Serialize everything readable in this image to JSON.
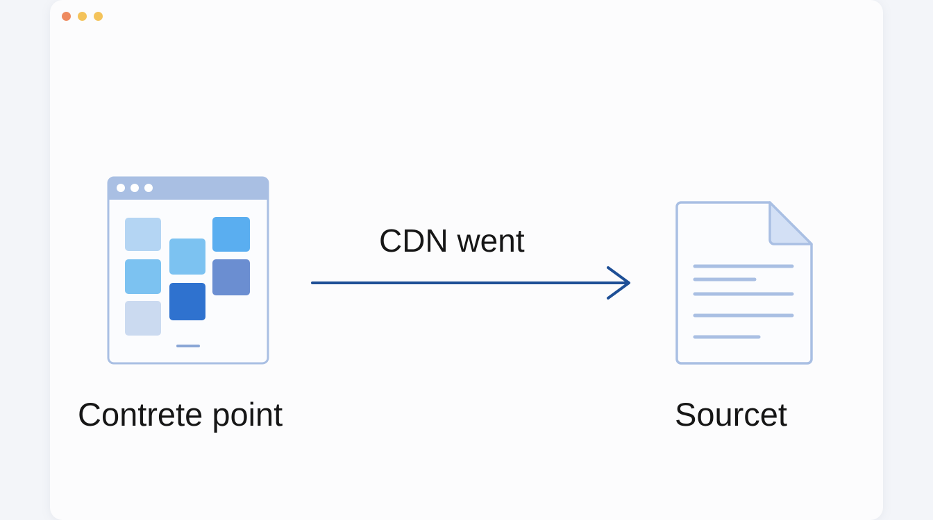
{
  "window": {
    "controls": [
      {
        "name": "close",
        "color": "#ee8a5f"
      },
      {
        "name": "minimize",
        "color": "#f4c35a"
      },
      {
        "name": "maximize",
        "color": "#f4c35a"
      }
    ]
  },
  "diagram": {
    "source_node": {
      "label": "Contrete point",
      "icon": "browser-window-icon"
    },
    "edge": {
      "label": "CDN went",
      "icon": "arrow-right-icon",
      "color": "#1e4f96"
    },
    "target_node": {
      "label": "Sourcet",
      "icon": "document-icon"
    }
  },
  "colors": {
    "icon_outline": "#a9bfe3",
    "tile_light": "#b4d5f3",
    "tile_mid": "#6fbbf0",
    "tile_sky": "#5aaef0",
    "tile_dark": "#2f72cf",
    "tile_slate": "#6b8ed1",
    "tile_pale": "#cbdaf0"
  }
}
